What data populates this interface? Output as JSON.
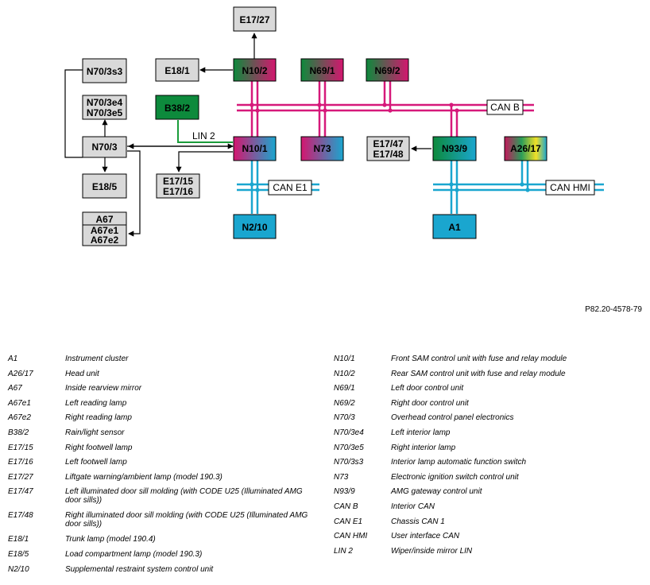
{
  "diagram": {
    "boxes": {
      "e17_27": "E17/27",
      "e18_1": "E18/1",
      "n10_2": "N10/2",
      "n69_1": "N69/1",
      "n69_2": "N69/2",
      "n70_3s3": "N70/3s3",
      "n70_3e4": "N70/3e4",
      "n70_3e5": "N70/3e5",
      "b38_2": "B38/2",
      "n70_3": "N70/3",
      "n10_1": "N10/1",
      "n73": "N73",
      "e17_47": "E17/47",
      "e17_48": "E17/48",
      "n93_9": "N93/9",
      "a26_17": "A26/17",
      "e18_5": "E18/5",
      "e17_15": "E17/15",
      "e17_16": "E17/16",
      "a67": "A67",
      "a67e1": "A67e1",
      "a67e2": "A67e2",
      "n2_10": "N2/10",
      "a1": "A1"
    },
    "bus_labels": {
      "can_b": "CAN B",
      "lin_2": "LIN 2",
      "can_e1": "CAN E1",
      "can_hmi": "CAN HMI"
    },
    "colors": {
      "can_b_line": "#d6197a",
      "can_line": "#1aa6cf",
      "lin_line": "#1a9c3a",
      "green_box": "#0d8a3c",
      "magenta_box": "#d4166f",
      "cyan_box": "#1aa6cf",
      "grey_box": "#d9d9d9"
    },
    "reference": "P82.20-4578-79"
  },
  "legend": {
    "left": [
      {
        "code": "A1",
        "desc": "Instrument cluster"
      },
      {
        "code": "A26/17",
        "desc": "Head unit"
      },
      {
        "code": "A67",
        "desc": "Inside rearview mirror"
      },
      {
        "code": "A67e1",
        "desc": "Left reading lamp"
      },
      {
        "code": "A67e2",
        "desc": "Right reading lamp"
      },
      {
        "code": "B38/2",
        "desc": "Rain/light sensor"
      },
      {
        "code": "E17/15",
        "desc": "Right footwell lamp"
      },
      {
        "code": "E17/16",
        "desc": "Left footwell lamp"
      },
      {
        "code": "E17/27",
        "desc": "Liftgate warning/ambient lamp (model 190.3)"
      },
      {
        "code": "E17/47",
        "desc": "Left illuminated door sill molding (with CODE U25 (Illuminated AMG door sills))"
      },
      {
        "code": "E17/48",
        "desc": "Right illuminated door sill molding (with CODE U25 (Illuminated AMG door sills))"
      },
      {
        "code": "E18/1",
        "desc": "Trunk lamp (model 190.4)"
      },
      {
        "code": "E18/5",
        "desc": "Load compartment lamp (model 190.3)"
      },
      {
        "code": "N2/10",
        "desc": "Supplemental restraint system control unit"
      }
    ],
    "right": [
      {
        "code": "N10/1",
        "desc": "Front SAM control unit with fuse and relay module"
      },
      {
        "code": "N10/2",
        "desc": "Rear SAM control unit with fuse and relay module"
      },
      {
        "code": "N69/1",
        "desc": "Left door control unit"
      },
      {
        "code": "N69/2",
        "desc": "Right door control unit"
      },
      {
        "code": "N70/3",
        "desc": "Overhead control panel electronics"
      },
      {
        "code": "N70/3e4",
        "desc": "Left interior lamp"
      },
      {
        "code": "N70/3e5",
        "desc": "Right interior lamp"
      },
      {
        "code": "N70/3s3",
        "desc": "Interior lamp automatic function switch"
      },
      {
        "code": "N73",
        "desc": "Electronic ignition switch control unit"
      },
      {
        "code": "N93/9",
        "desc": "AMG gateway control unit"
      },
      {
        "code": "CAN B",
        "desc": "Interior CAN"
      },
      {
        "code": "CAN E1",
        "desc": "Chassis CAN 1"
      },
      {
        "code": "CAN HMI",
        "desc": "User interface CAN"
      },
      {
        "code": "LIN 2",
        "desc": "Wiper/inside mirror LIN"
      }
    ]
  }
}
